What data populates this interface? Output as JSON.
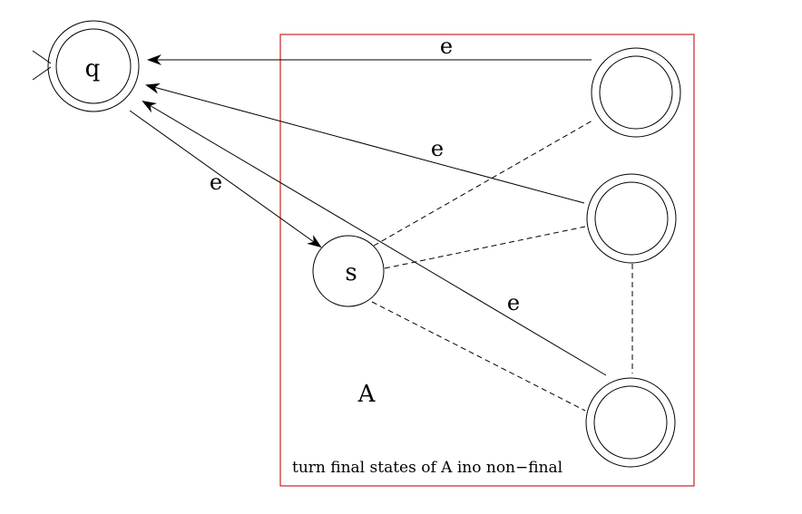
{
  "diagram": {
    "start_state": {
      "label": "q",
      "kind": "final"
    },
    "inner_start_state": {
      "label": "s",
      "kind": "normal"
    },
    "box": {
      "label": "A",
      "note": "turn final states of A ino non−final",
      "border_color": "#cc2222"
    },
    "final_states": [
      {
        "id": "f1",
        "label": ""
      },
      {
        "id": "f2",
        "label": ""
      },
      {
        "id": "f3",
        "label": ""
      }
    ],
    "edges": [
      {
        "from": "q",
        "to": "s",
        "label": "e",
        "style": "solid"
      },
      {
        "from": "f1",
        "to": "q",
        "label": "e",
        "style": "solid"
      },
      {
        "from": "f2",
        "to": "q",
        "label": "e",
        "style": "solid"
      },
      {
        "from": "f3",
        "to": "q",
        "label": "e",
        "style": "solid"
      },
      {
        "from": "s",
        "to": "f1",
        "label": "",
        "style": "dashed"
      },
      {
        "from": "s",
        "to": "f2",
        "label": "",
        "style": "dashed"
      },
      {
        "from": "s",
        "to": "f3",
        "label": "",
        "style": "dashed"
      },
      {
        "from": "f2",
        "to": "f3",
        "label": "",
        "style": "dashed"
      }
    ]
  }
}
